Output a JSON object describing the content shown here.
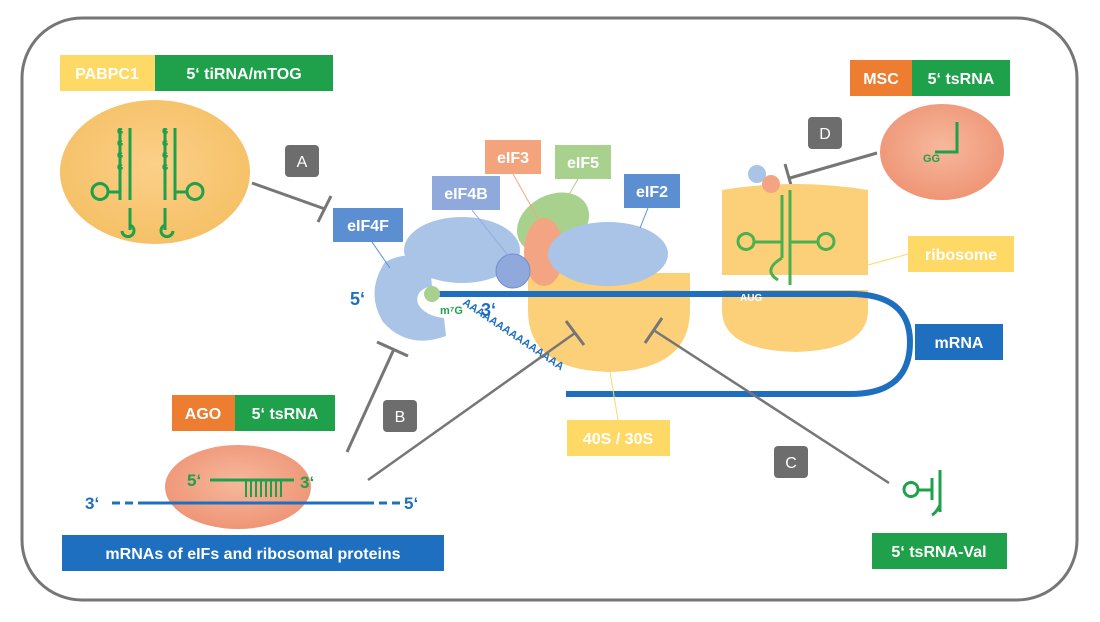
{
  "labels": {
    "pabpc1": "PABPC1",
    "tirna_mtog": "5‘ tiRNA/mTOG",
    "msc": "MSC",
    "tsrna_d": "5‘ tsRNA",
    "ago": "AGO",
    "tsrna_b": "5‘ tsRNA",
    "eif3": "eIF3",
    "eif5": "eIF5",
    "eif4b": "eIF4B",
    "eif2": "eIF2",
    "eif4f": "eIF4F",
    "ribosome": "ribosome",
    "mrna": "mRNA",
    "s40_30": "40S / 30S",
    "tsrna_val": "5‘ tsRNA-Val",
    "mrnas_eifs": "mRNAs of eIFs and ribosomal proteins"
  },
  "badges": {
    "a": "A",
    "b": "B",
    "c": "C",
    "d": "D"
  },
  "strand": {
    "five_prime": "5‘",
    "three_prime": "3‘",
    "cap": "m⁷G",
    "poly_a": "AAAAAAAAAAAAAAA",
    "aug": "AUG",
    "gg": "GG",
    "hyb_five": "5‘",
    "hyb_three": "3‘",
    "target_three": "3‘",
    "target_five": "5‘"
  },
  "colors": {
    "yellow": "#ffd966",
    "green": "#1ea14a",
    "orange": "#ed7d31",
    "blue": "#1f6fc0",
    "grey_badge": "#6d6d6d",
    "pale_blue": "#a9c4e6",
    "salmon": "#f3a583",
    "cell_orange": "#f8c97a"
  }
}
